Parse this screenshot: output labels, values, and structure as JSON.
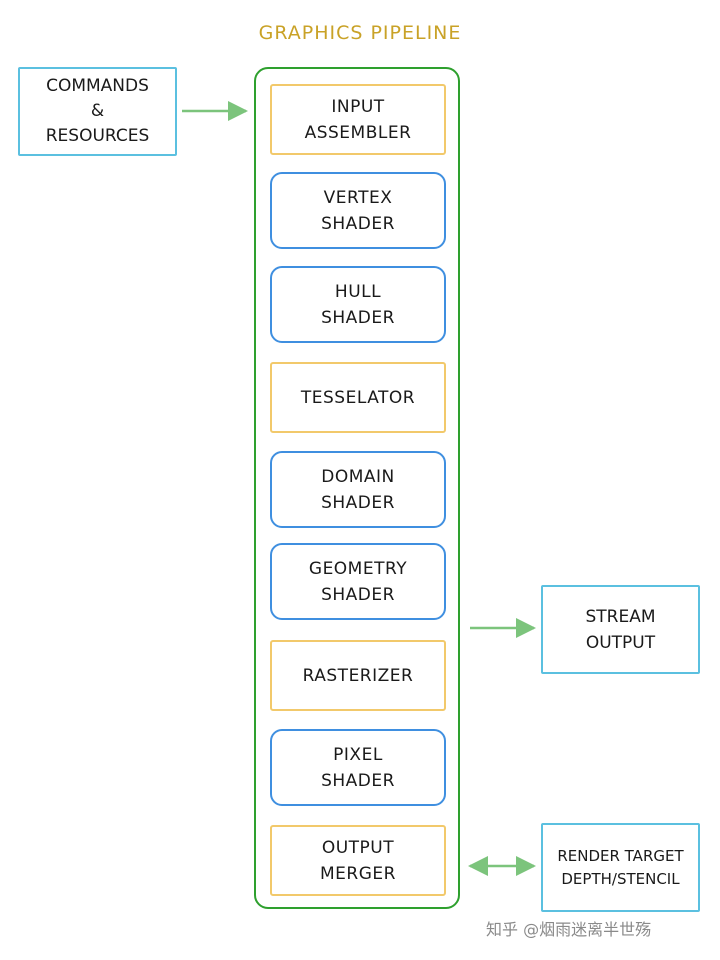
{
  "title": "GRAPHICS PIPELINE",
  "inputs": {
    "commands_resources": "COMMANDS\n&\nRESOURCES"
  },
  "stages": [
    {
      "label": "INPUT\nASSEMBLER",
      "kind": "fixed-function"
    },
    {
      "label": "VERTEX\nSHADER",
      "kind": "programmable"
    },
    {
      "label": "HULL\nSHADER",
      "kind": "programmable"
    },
    {
      "label": "TESSELATOR",
      "kind": "fixed-function"
    },
    {
      "label": "DOMAIN\nSHADER",
      "kind": "programmable"
    },
    {
      "label": "GEOMETRY\nSHADER",
      "kind": "programmable"
    },
    {
      "label": "RASTERIZER",
      "kind": "fixed-function"
    },
    {
      "label": "PIXEL\nSHADER",
      "kind": "programmable"
    },
    {
      "label": "OUTPUT\nMERGER",
      "kind": "fixed-function"
    }
  ],
  "outputs": {
    "stream_output": "STREAM\nOUTPUT",
    "render_target": "RENDER TARGET\nDEPTH/STENCIL"
  },
  "watermark": "知乎 @烟雨迷离半世殇",
  "colors": {
    "title": "#c9a227",
    "pipeline_frame": "#2ea02e",
    "fixed_function_border": "#f2c96b",
    "programmable_border": "#3f8fe0",
    "external_border": "#5bc0e0",
    "arrow": "#7cc47c"
  }
}
